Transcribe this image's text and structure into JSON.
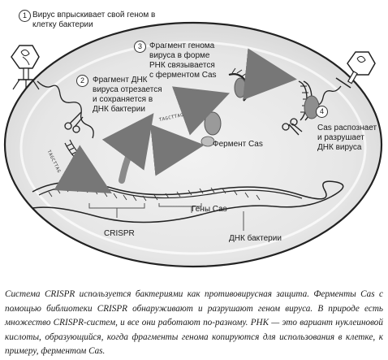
{
  "steps": [
    {
      "number": "1",
      "text": "Вирус впрыскивает свой геном в клетку бактерии"
    },
    {
      "number": "2",
      "text": "Фрагмент ДНК вируса отрезается и сохраняется в ДНК бактерии"
    },
    {
      "number": "3",
      "text": "Фрагмент генома вируса в форме РНК связывается с ферментом Cas"
    },
    {
      "number": "4",
      "text": "Cas распознает и разрушает ДНК вируса"
    }
  ],
  "labels": {
    "cas_enzyme": "Фермент Cas",
    "cas_genes": "Гены Cas",
    "crispr": "CRISPR",
    "bacterial_dna": "ДНК бактерии",
    "sequence_1": "TAGCTTAG",
    "sequence_2": "TAGCTTAG"
  },
  "caption": "Система CRISPR используется бактериями как противовирусная защита. Ферменты Cas с помощью библиотеки CRISPR обнаруживают и разрушают геном вируса. В природе есть множество CRISPR-систем, и все они работают по-разному. РНК — это вариант нуклеиновой кислоты, образующийся, когда фрагменты генома копируются для использования в клетке, к примеру, ферментом Cas."
}
